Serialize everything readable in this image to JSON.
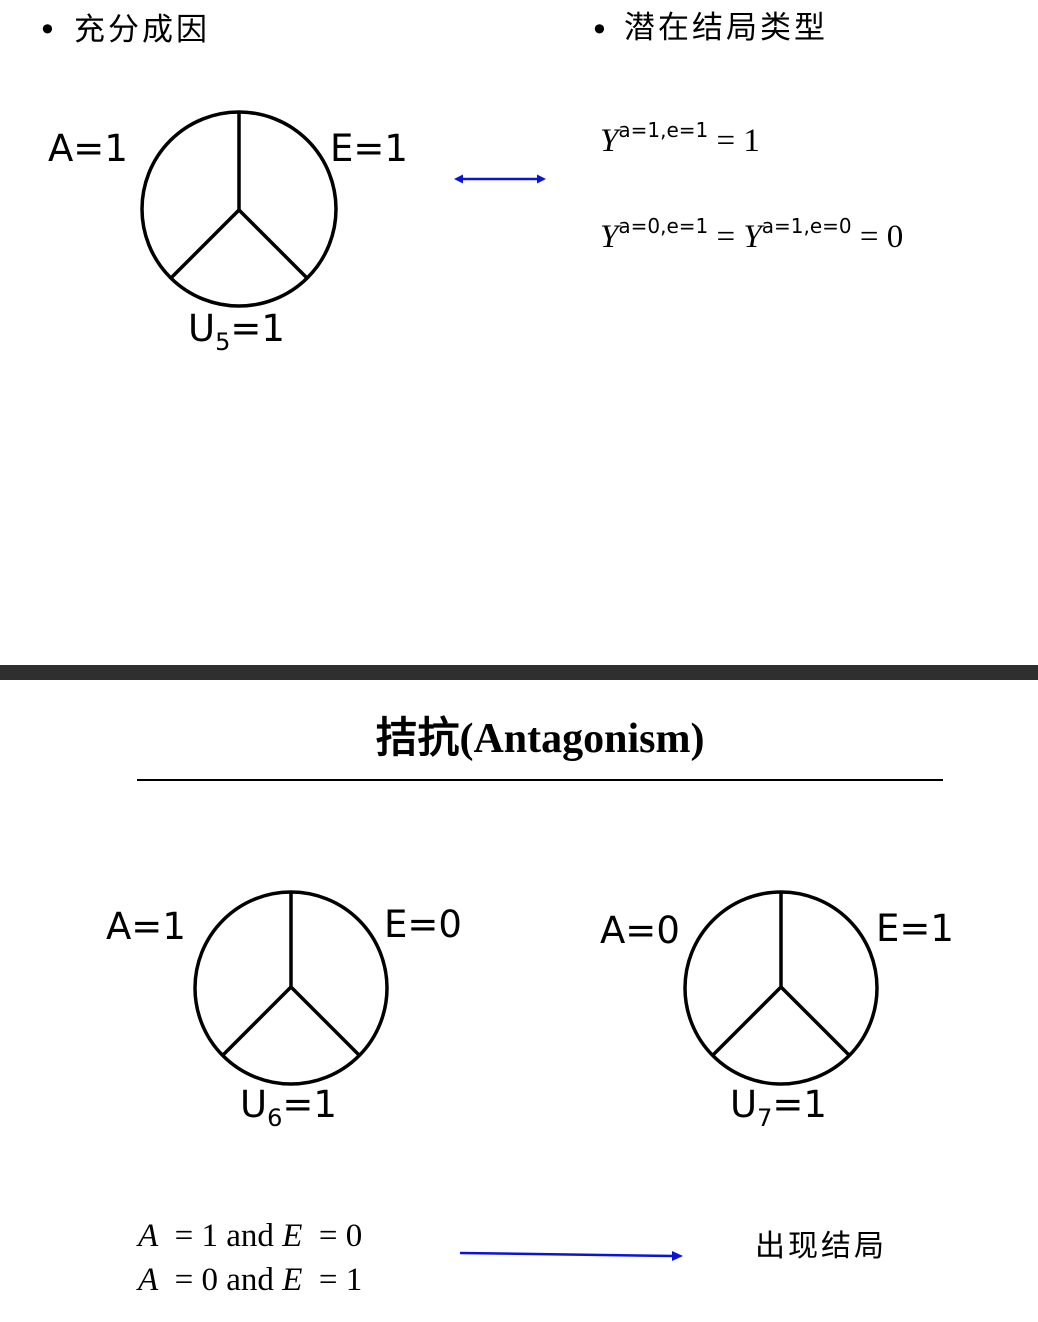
{
  "top": {
    "left_heading": "充分成因",
    "right_heading": "潜在结局类型",
    "bullet": "•",
    "pie": {
      "a_label": "A=1",
      "e_label": "E=1",
      "u_letter": "U",
      "u_sub": "5",
      "u_tail": "=1"
    },
    "potential_outcomes": {
      "line1": {
        "y": "Y",
        "sup": "a=1,e=1",
        "rhs": "= 1"
      },
      "line2": {
        "y1": "Y",
        "sup1": "a=0,e=1",
        "eq": "=",
        "y2": "Y",
        "sup2": "a=1,e=0",
        "rhs": "= 0"
      }
    }
  },
  "bottom": {
    "title": "拮抗(Antagonism)",
    "pie_left": {
      "a_label": "A=1",
      "e_label": "E=0",
      "u_letter": "U",
      "u_sub": "6",
      "u_tail": "=1"
    },
    "pie_right": {
      "a_label": "A=0",
      "e_label": "E=1",
      "u_letter": "U",
      "u_sub": "7",
      "u_tail": "=1"
    },
    "conditions": [
      {
        "a": "A",
        "a_eq": "= 1 and",
        "e": "E",
        "e_eq": "= 0"
      },
      {
        "a": "A",
        "a_eq": "= 0 and",
        "e": "E",
        "e_eq": "= 1"
      }
    ],
    "result": "出现结局"
  },
  "colors": {
    "arrow": "#0a14d8",
    "divider": "#2f2f2f",
    "ink": "#000000"
  }
}
